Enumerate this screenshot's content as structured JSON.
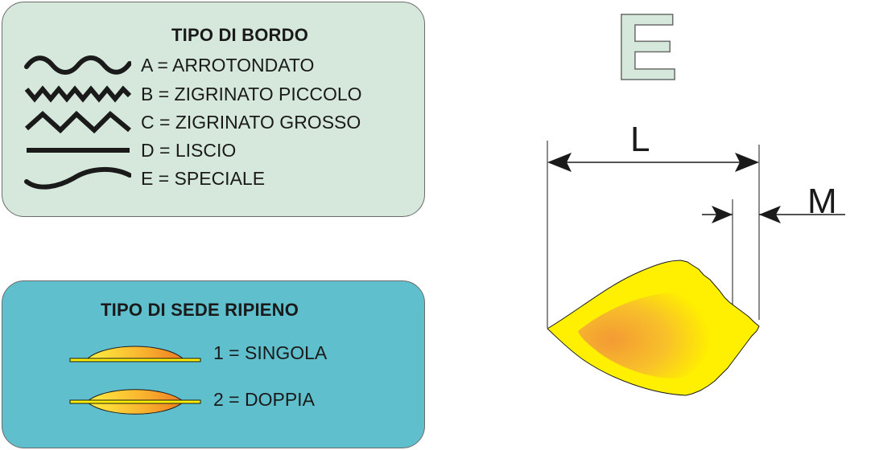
{
  "border_legend": {
    "title": "TIPO DI BORDO",
    "items": [
      {
        "text": "A = ARROTONDATO",
        "icon": "rounded-wave-icon"
      },
      {
        "text": "B = ZIGRINATO PICCOLO",
        "icon": "small-zigzag-icon"
      },
      {
        "text": "C = ZIGRINATO GROSSO",
        "icon": "large-zigzag-icon"
      },
      {
        "text": "D = LISCIO",
        "icon": "straight-line-icon"
      },
      {
        "text": "E = SPECIALE",
        "icon": "special-curve-icon"
      }
    ]
  },
  "filling_legend": {
    "title": "TIPO DI SEDE RIPIENO",
    "items": [
      {
        "text": "1 = SINGOLA",
        "icon": "single-seat-icon"
      },
      {
        "text": "2 = DOPPIA",
        "icon": "double-seat-icon"
      }
    ]
  },
  "shape": {
    "code": "E",
    "dimension_length": "L",
    "dimension_margin": "M"
  },
  "colors": {
    "border_panel": "#d5e8db",
    "filling_panel": "#5fbfcd",
    "pasta_yellow": "#ffef00",
    "filling_orange": "#f4a733",
    "outline": "#1a1a1a"
  }
}
